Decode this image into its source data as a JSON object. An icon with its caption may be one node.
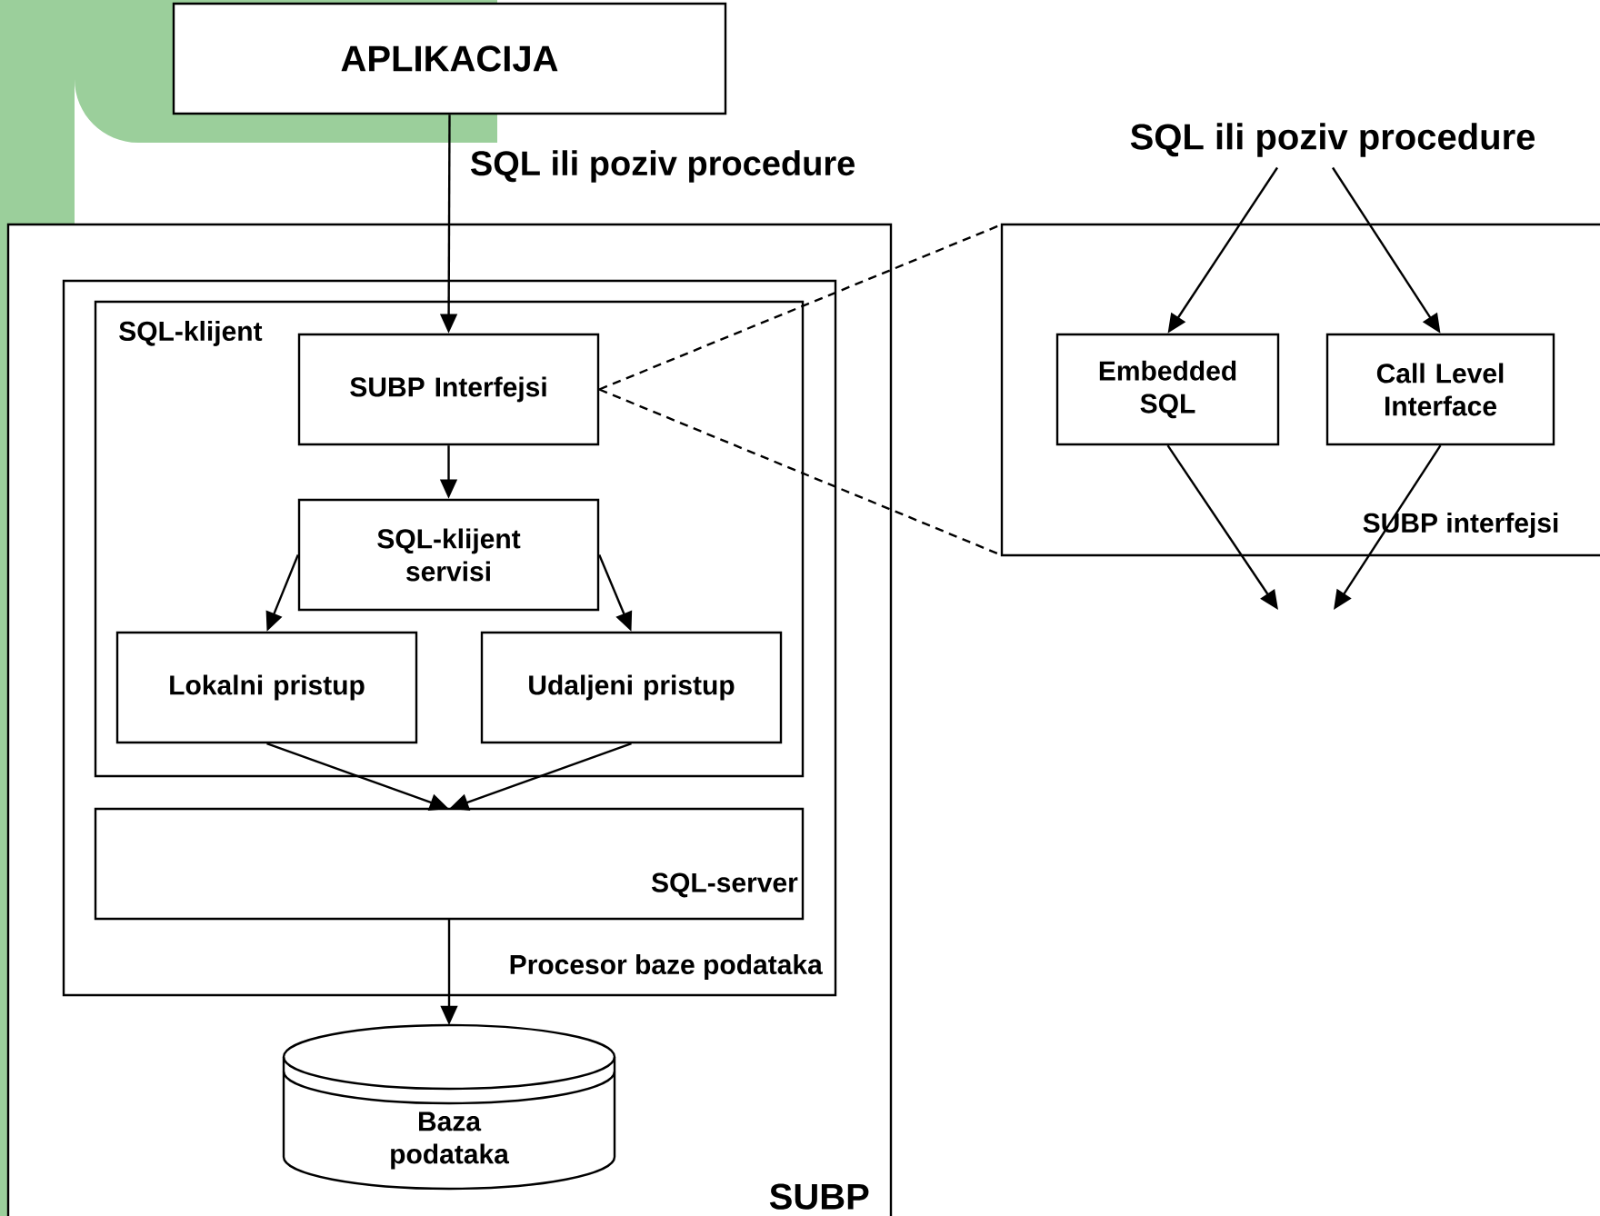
{
  "diagram": {
    "nodes": [
      {
        "text": [
          "APLIKACIJA"
        ]
      },
      {
        "text": [
          "SUBP"
        ]
      },
      {
        "text": [
          "Procesor baze podataka"
        ],
        "in": 1
      },
      {
        "text": [
          "SQL-klijent"
        ],
        "in": 2
      },
      {
        "text": [
          "SUBP Interfejsi"
        ],
        "in": 3
      },
      {
        "text": [
          "SQL-klijent servisi"
        ],
        "in": 3
      },
      {
        "text": [
          "Lokalni pristup"
        ],
        "in": 3
      },
      {
        "text": [
          "Udaljeni pristup"
        ],
        "in": 3
      },
      {
        "text": [
          "SQL-server"
        ],
        "in": 2
      },
      {
        "text": [
          "Baza podataka"
        ],
        "in": 1
      },
      {
        "text": [
          "SUBP interfejsi"
        ]
      },
      {
        "text": [
          "Embedded SQL"
        ],
        "in": 10
      },
      {
        "text": [
          "Call Level Interface"
        ],
        "in": 10
      },
      {
        "text": [
          "SQL ili poziv procedure"
        ]
      }
    ],
    "edges": [
      {
        "from": 0,
        "to": 4,
        "arrow": "to",
        "label": "SQL ili poziv procedure"
      },
      {
        "from": 4,
        "to": 5,
        "arrow": "to"
      },
      {
        "from": 5,
        "to": 6,
        "arrow": "to"
      },
      {
        "from": 5,
        "to": 7,
        "arrow": "to"
      },
      {
        "from": 6,
        "to": 8,
        "arrow": "to"
      },
      {
        "from": 7,
        "to": 8,
        "arrow": "to"
      },
      {
        "from": 8,
        "to": 9,
        "arrow": "to"
      },
      {
        "from": 4,
        "to": 10,
        "arrow": "none",
        "style": "dashed"
      },
      {
        "from": 4,
        "to": 10,
        "arrow": "none",
        "style": "dashed"
      },
      {
        "from": 13,
        "to": 11,
        "arrow": "to"
      },
      {
        "from": 13,
        "to": 12,
        "arrow": "to"
      },
      {
        "from": 11,
        "to": null,
        "arrow": "to"
      },
      {
        "from": 12,
        "to": null,
        "arrow": "to"
      }
    ]
  }
}
